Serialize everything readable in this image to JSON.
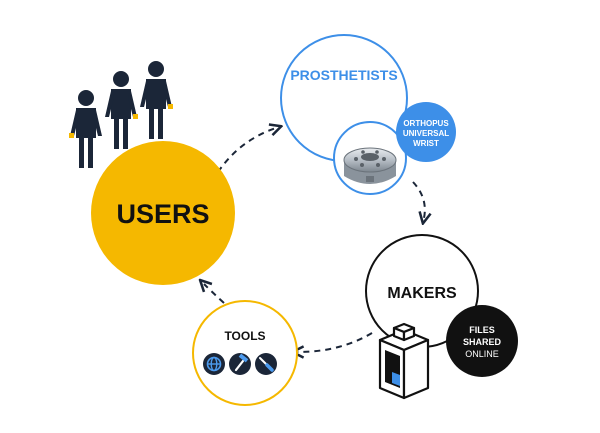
{
  "nodes": {
    "users": {
      "label": "USERS"
    },
    "prosthetists": {
      "label": "PROSTHETISTS"
    },
    "wrist_badge": {
      "line1": "ORTHOPUS",
      "line2": "UNIVERSAL",
      "line3": "WRIST"
    },
    "makers": {
      "label": "MAKERS"
    },
    "files_badge": {
      "line1": "FILES",
      "line2": "SHARED",
      "line3": "ONLINE"
    },
    "tools": {
      "label": "TOOLS"
    }
  },
  "colors": {
    "users_yellow": "#F5B800",
    "prosthetist_blue": "#3D8FE8",
    "navy": "#1B2638",
    "black": "#111111"
  },
  "icons": [
    "person-figure-icon",
    "wrist-device-image",
    "3d-printer-icon",
    "globe-tool-icon",
    "hammer-tool-icon",
    "screwdriver-tool-icon"
  ]
}
